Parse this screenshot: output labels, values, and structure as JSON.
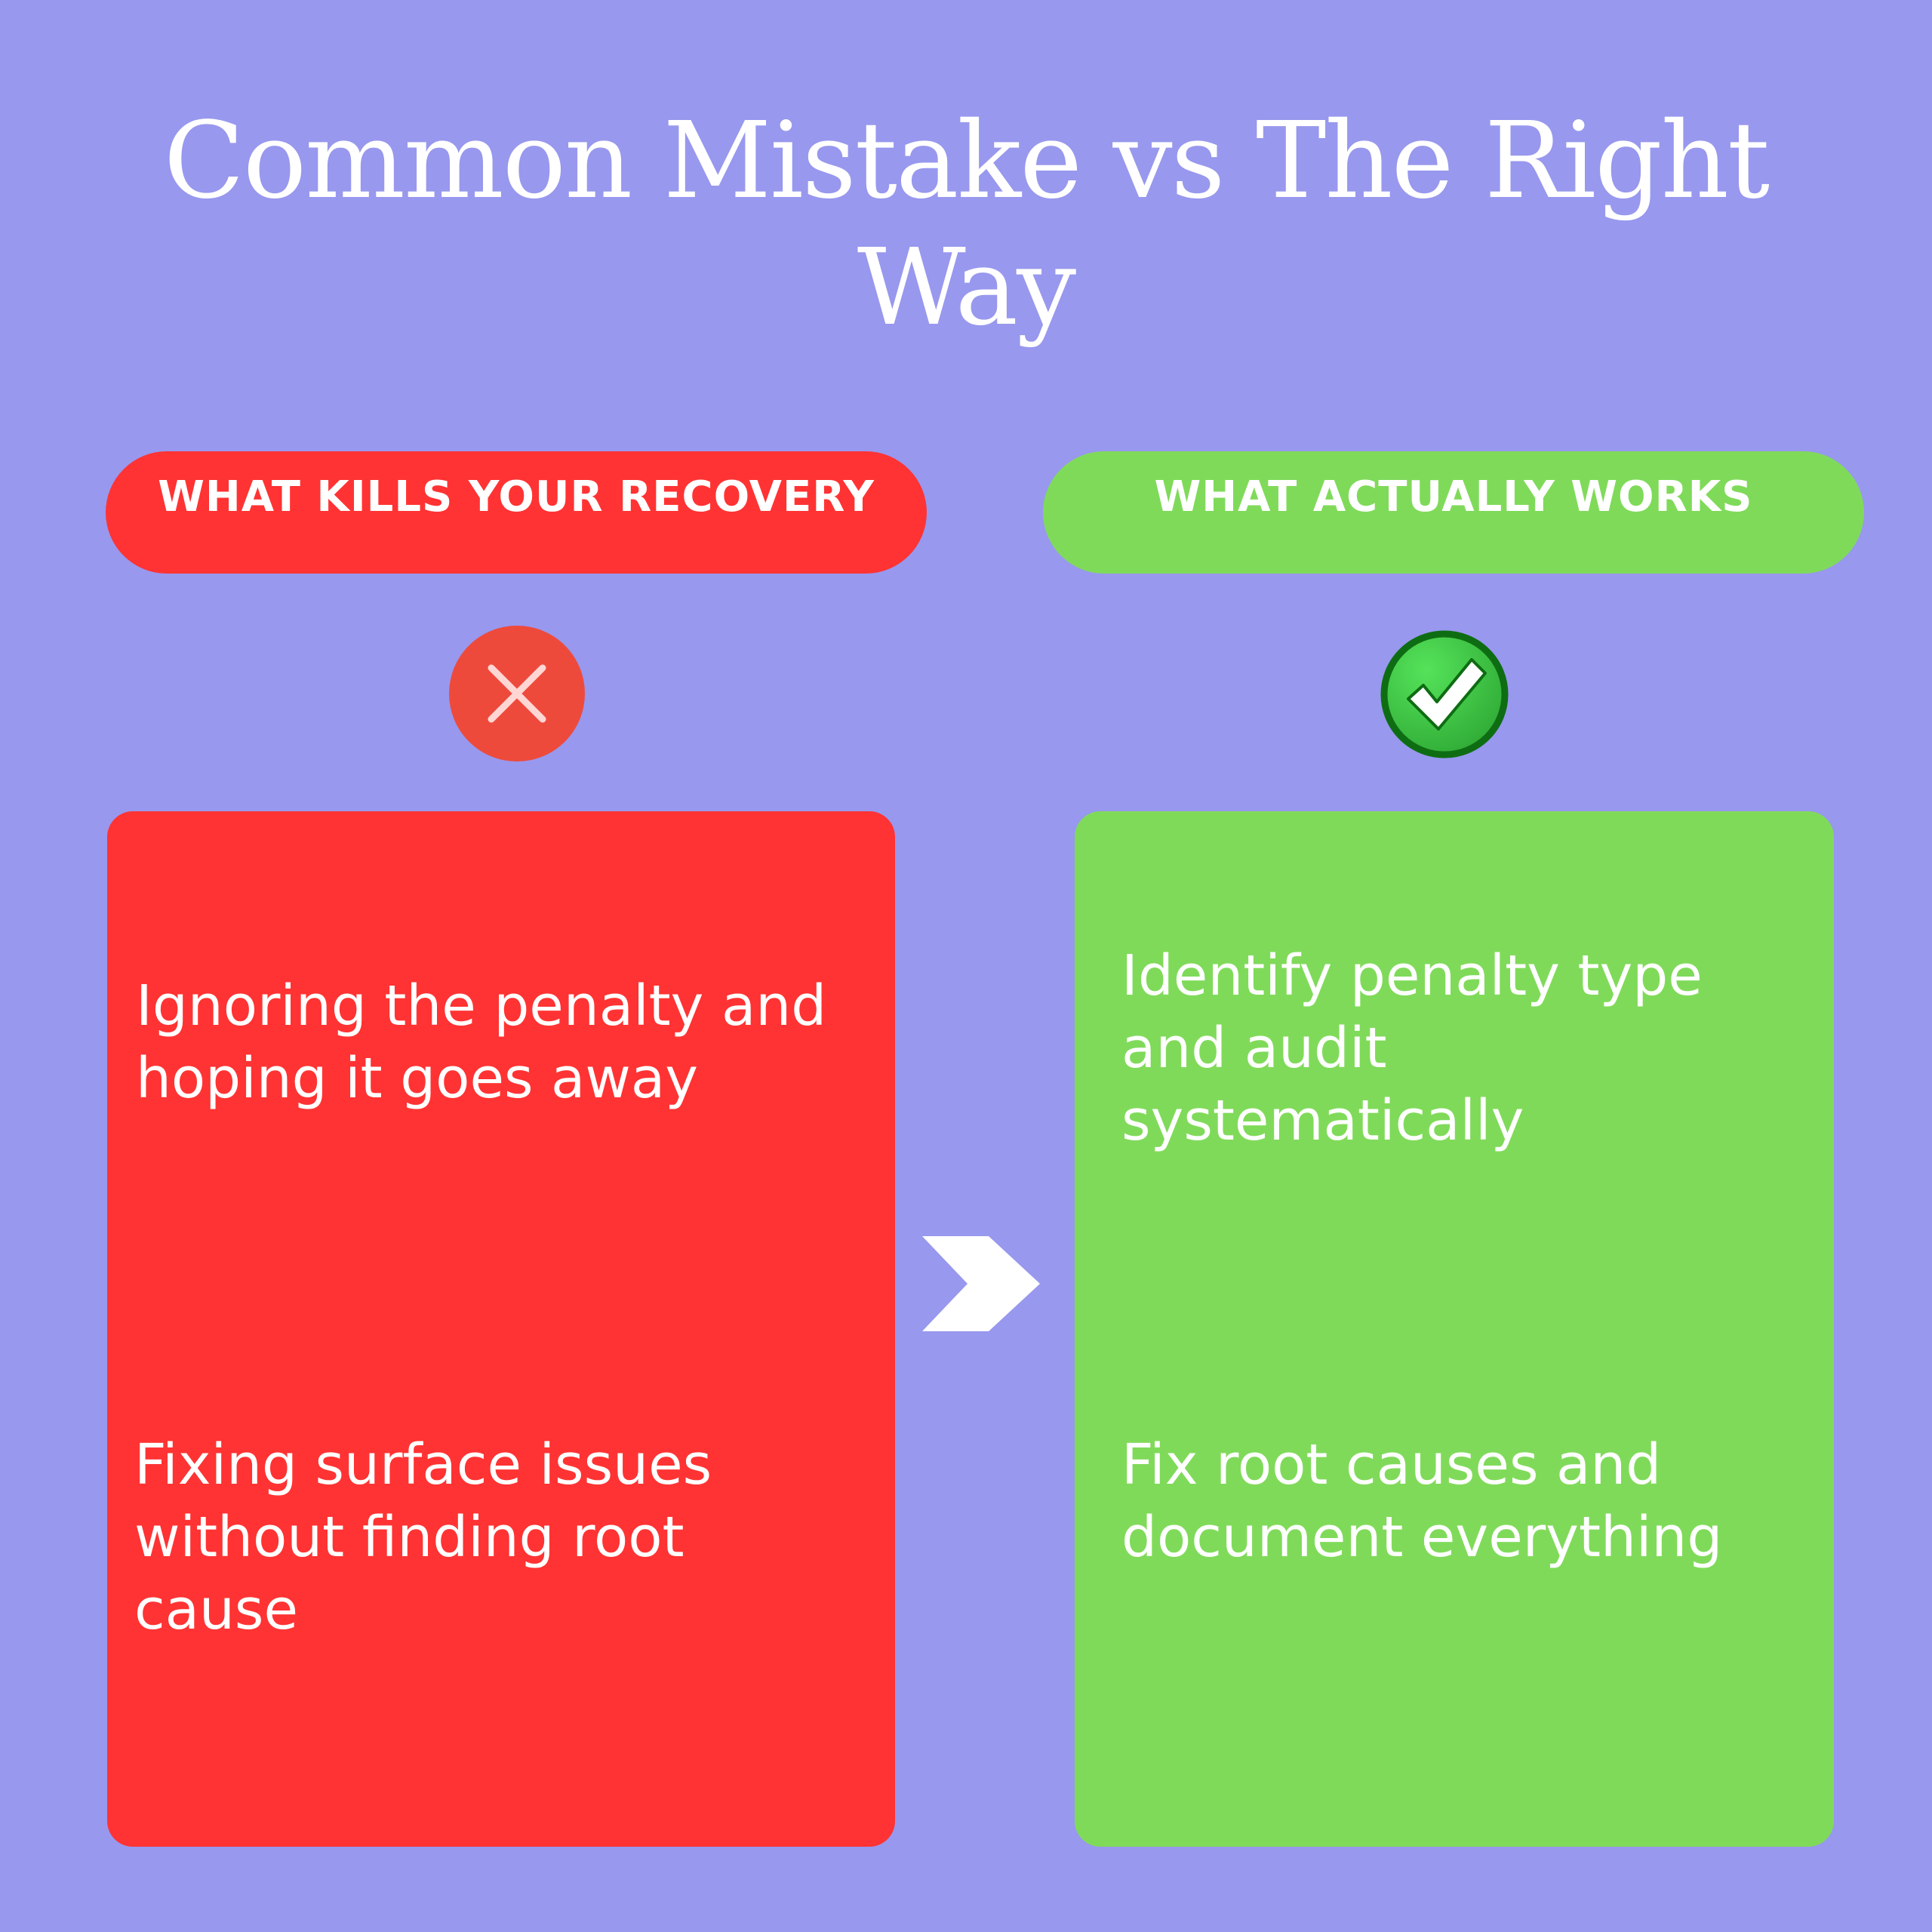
{
  "title": "Common Mistake vs The Right Way",
  "left": {
    "heading": "What kills your recovery",
    "icon": "x-mark-icon",
    "items": [
      "Ignoring the penalty and hoping it goes away",
      "Fixing surface issues without finding root cause"
    ]
  },
  "right": {
    "heading": "What actually works",
    "icon": "check-mark-icon",
    "items": [
      "Identify penalty type and audit systematically",
      "Fix root causes and document everything"
    ]
  },
  "colors": {
    "background": "#9898ee",
    "mistake": "#ff3333",
    "right_way": "#80da5a",
    "x_circle": "#ee4a3c",
    "check_circle": "#37c13f",
    "check_outline": "#0e6d12",
    "text": "#ffffff"
  }
}
